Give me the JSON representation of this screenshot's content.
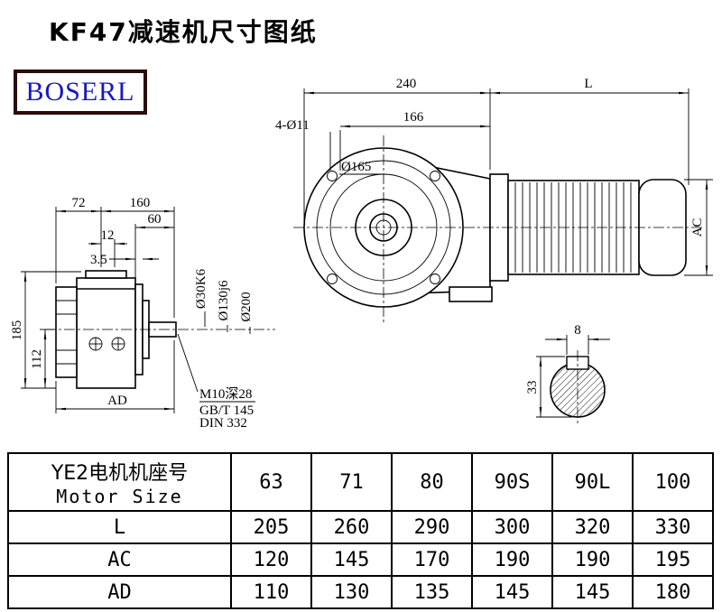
{
  "page": {
    "title": "KF47减速机尺寸图纸",
    "logo_text": "BOSERL"
  },
  "drawing": {
    "side_view": {
      "d72": "72",
      "d160": "160",
      "d60": "60",
      "d12": "12",
      "d3_5": "3.5",
      "d185": "185",
      "d112": "112",
      "dAD": "AD",
      "shaft_dia": "Ø30K6",
      "spigot_dia": "Ø130j6",
      "flange_dia": "Ø200",
      "tap_note": "M10深28",
      "std_gb": "GB/T 145",
      "std_din": "DIN 332"
    },
    "front_view": {
      "d240": "240",
      "dL": "L",
      "d166": "166",
      "holes_note": "4-Ø11",
      "flange_dia": "Ø165",
      "dAC": "AC"
    },
    "shaft_section": {
      "d8": "8",
      "d33": "33"
    }
  },
  "table": {
    "row_header": {
      "line1": "YE2电机机座号",
      "line2": "Motor Size"
    },
    "motor_sizes": [
      "63",
      "71",
      "80",
      "90S",
      "90L",
      "100"
    ],
    "rows": [
      {
        "label": "L",
        "values": [
          "205",
          "260",
          "290",
          "300",
          "320",
          "330"
        ]
      },
      {
        "label": "AC",
        "values": [
          "120",
          "145",
          "170",
          "190",
          "190",
          "195"
        ]
      },
      {
        "label": "AD",
        "values": [
          "110",
          "130",
          "135",
          "145",
          "145",
          "180"
        ]
      }
    ]
  }
}
